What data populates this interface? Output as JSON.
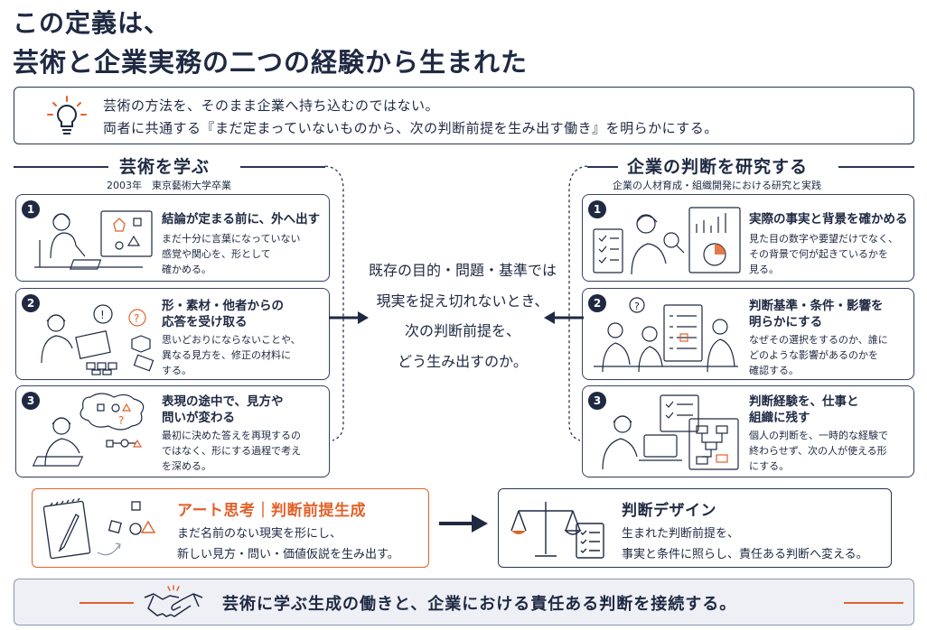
{
  "title": {
    "line1": "この定義は、",
    "line2": "芸術と企業実務の二つの経験から生まれた"
  },
  "intro": {
    "line1": "芸術の方法を、そのまま企業へ持ち込むのではない。",
    "line2": "両者に共通する『まだ定まっていないものから、次の判断前提を生み出す働き』を明らかにする。",
    "icon": "lightbulb-icon"
  },
  "left": {
    "heading": "芸術を学ぶ",
    "sub": "2003年　東京藝術大学卒業",
    "cards": [
      {
        "num": "1",
        "title": "結論が定まる前に、外へ出す",
        "desc": "まだ十分に言葉になっていない\n感覚や関心を、形として\n確かめる。"
      },
      {
        "num": "2",
        "title": "形・素材・他者からの\n応答を受け取る",
        "desc": "思いどおりにならないことや、\n異なる見方を、修正の材料に\nする。"
      },
      {
        "num": "3",
        "title": "表現の途中で、見方や\n問いが変わる",
        "desc": "最初に決めた答えを再現するの\nではなく、形にする過程で考え\nを深める。"
      }
    ]
  },
  "right": {
    "heading": "企業の判断を研究する",
    "sub": "企業の人材育成・組織開発における研究と実践",
    "cards": [
      {
        "num": "1",
        "title": "実際の事実と背景を確かめる",
        "desc": "見た目の数字や要望だけでなく、\nその背景で何が起きているかを\n見る。"
      },
      {
        "num": "2",
        "title": "判断基準・条件・影響を\n明らかにする",
        "desc": "なぜその選択をするのか、誰に\nどのような影響があるのかを\n確認する。"
      },
      {
        "num": "3",
        "title": "判断経験を、仕事と\n組織に残す",
        "desc": "個人の判断を、一時的な経験で\n終わらせず、次の人が使える形\nにする。"
      }
    ]
  },
  "center": {
    "question": "既存の目的・問題・基準では\n現実を捉え切れないとき、\n次の判断前提を、\nどう生み出すのか。"
  },
  "art_thinking": {
    "title": "アート思考｜判断前提生成",
    "desc_line1": "まだ名前のない現実を形にし、",
    "desc_line2": "新しい見方・問い・価値仮説を生み出す。",
    "accent": "#e0622a"
  },
  "judgment_design": {
    "title": "判断デザイン",
    "desc_line1": "生まれた判断前提を、",
    "desc_line2": "事実と条件に照らし、責任ある判断へ変える。"
  },
  "footer": {
    "text": "芸術に学ぶ生成の働きと、企業における責任ある判断を接続する。",
    "icon": "handshake-icon",
    "accent": "#e0622a"
  },
  "colors": {
    "navy": "#1f2942",
    "orange": "#e0622a",
    "footer_bg": "#eef0f6"
  }
}
